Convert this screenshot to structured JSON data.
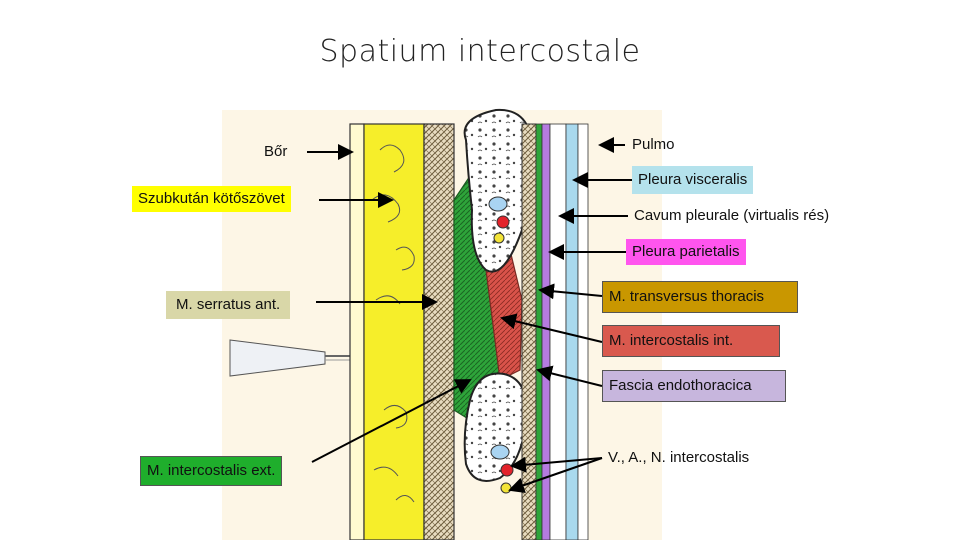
{
  "title": "Spatium intercostale",
  "labels": {
    "bor": "Bőr",
    "szubkutan": "Szubkután kötőszövet",
    "serratus": "M. serratus ant.",
    "intercostalis_ext": "M. intercostalis ext.",
    "pulmo": "Pulmo",
    "pleura_visceralis": "Pleura visceralis",
    "cavum_pleurale": "Cavum pleurale (virtualis rés)",
    "pleura_parietalis": "Pleura parietalis",
    "transversus_thoracis": "M. transversus thoracis",
    "intercostalis_int": "M. intercostalis int.",
    "fascia_endothoracica": "Fascia endothoracica",
    "vessels": "V., A., N. intercostalis"
  },
  "colors": {
    "skin_layer": "#f6ee2a",
    "muscle_green": "#2ea43a",
    "muscle_red": "#d9534a",
    "pleura_purple": "#b57be0",
    "pleura_blue": "#a9d9ee",
    "background_paper": "#fdf6e6",
    "label_szubkutan_bg": "#ffff00",
    "label_serratus_bg": "#d9d7a8",
    "label_intercostalis_ext_bg": "#1fae2c",
    "label_pleura_visceralis_bg": "#b4e2ec",
    "label_pleura_parietalis_bg": "#ff55ee",
    "label_transversus_bg": "#c99700",
    "label_intercostalis_int_bg": "#d9594e",
    "label_fascia_bg": "#c7b6dd"
  }
}
